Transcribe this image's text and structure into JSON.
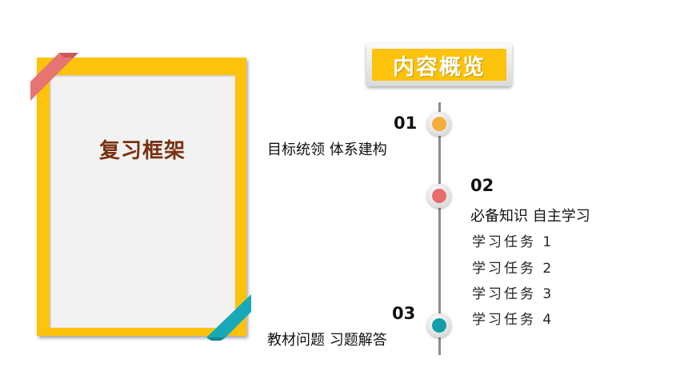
{
  "frame": {
    "title": "复习框架"
  },
  "overview": {
    "title": "内容概览"
  },
  "sections": [
    {
      "number": "01",
      "label": "目标统领 体系建构",
      "color": "#f5ad3c"
    },
    {
      "number": "02",
      "label": "必备知识 自主学习",
      "color": "#e96c6c",
      "tasks": [
        "学习任务 1",
        "学习任务 2",
        "学习任务 3",
        "学习任务 4"
      ]
    },
    {
      "number": "03",
      "label": "教材问题 习题解答",
      "color": "#139eac"
    }
  ],
  "colors": {
    "frame": "#fdc30a",
    "frame_title": "#7a3010",
    "ribbon_red": "#e77472",
    "ribbon_teal": "#17a9b8"
  }
}
